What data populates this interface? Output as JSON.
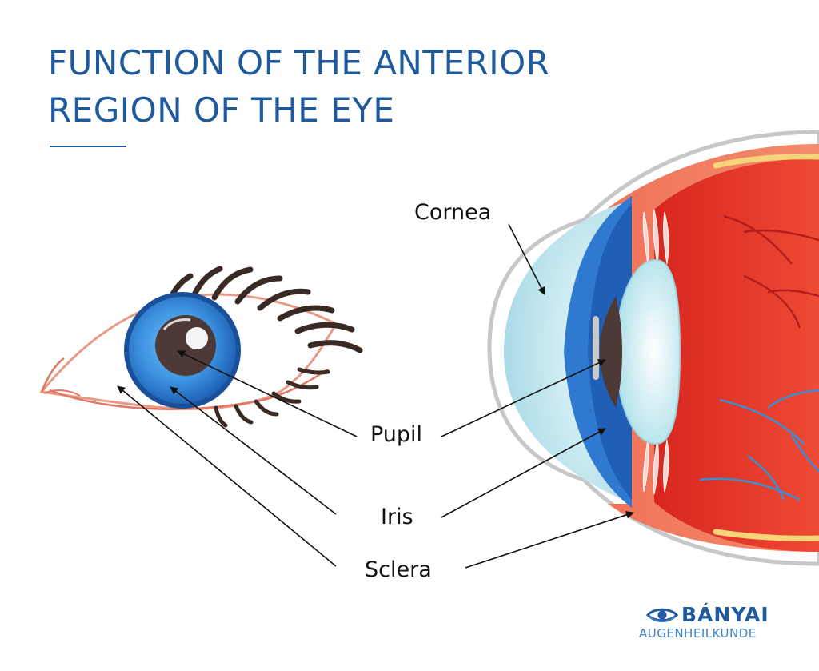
{
  "title": {
    "line1": "FUNCTION OF THE ANTERIOR",
    "line2": "REGION OF THE EYE"
  },
  "labels": {
    "cornea": "Cornea",
    "pupil": "Pupil",
    "iris": "Iris",
    "sclera": "Sclera"
  },
  "logo": {
    "name": "BÁNYAI",
    "subtitle": "AUGENHEILKUNDE",
    "icon": "eye-icon"
  },
  "colors": {
    "title": "#1f5a9c",
    "iris_blue": "#2f7fd6",
    "cornea": "#c6e8ef",
    "sclera_orange": "#f0735a",
    "retina_red": "#e2342c",
    "vessel_blue": "#3b8fd0"
  }
}
